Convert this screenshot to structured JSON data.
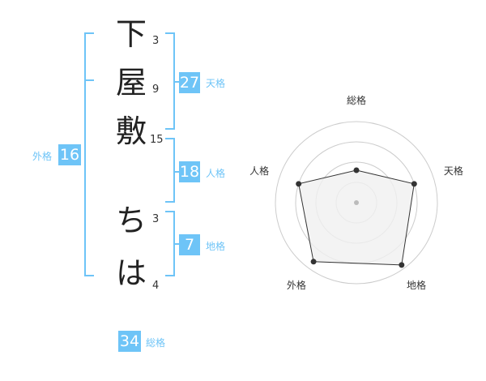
{
  "name": {
    "chars": [
      "下",
      "屋",
      "敷",
      "ち",
      "は"
    ],
    "strokes": [
      "3",
      "9",
      "15",
      "3",
      "4"
    ]
  },
  "kaku": {
    "tenkaku": {
      "value": "27",
      "label": "天格"
    },
    "jinkaku": {
      "value": "18",
      "label": "人格"
    },
    "chikaku": {
      "value": "7",
      "label": "地格"
    },
    "gaikaku": {
      "value": "16",
      "label": "外格"
    },
    "soukaku": {
      "value": "34",
      "label": "総格"
    }
  },
  "chart_data": {
    "type": "radar",
    "axes": [
      "総格",
      "天格",
      "地格",
      "外格",
      "人格"
    ],
    "values": [
      0.4,
      0.75,
      0.95,
      0.9,
      0.75
    ],
    "scale_max": 1,
    "rings": 4
  },
  "colors": {
    "accent": "#6ec4f7",
    "polygon_fill": "#f0f0f0",
    "ring": "#cccccc"
  }
}
